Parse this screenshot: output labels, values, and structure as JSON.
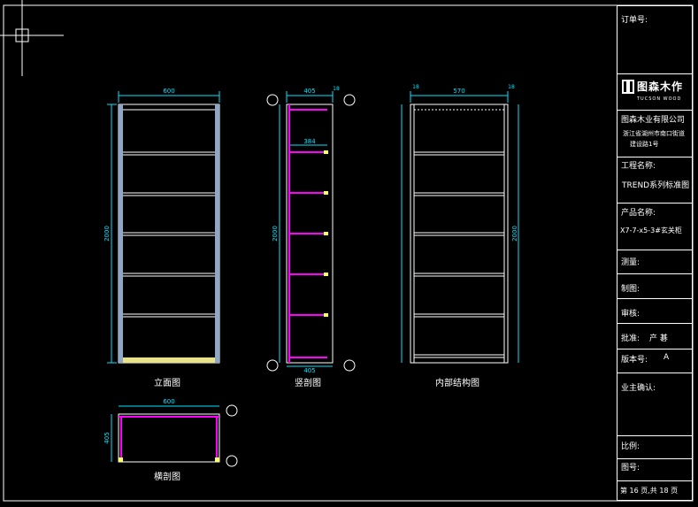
{
  "title_block": {
    "order_no_label": "订单号:",
    "brand_name": "图森木作",
    "brand_sub": "TUCSON WOOD",
    "company": "图森木业有限公司",
    "address_line1": "浙江省湖州市南口街道",
    "address_line2": "建设路1号",
    "project_label": "工程名称:",
    "project_value": "TREND系列标准图",
    "product_label": "产品名称:",
    "product_value": "X7-7-x5-3#玄关柜",
    "measure_label": "测量:",
    "draw_label": "制图:",
    "review_label": "审核:",
    "approve_label": "批准:",
    "approve_value": "产 碁",
    "version_label": "版本号:",
    "version_value": "A",
    "owner_label": "业主确认:",
    "scale_label": "比例:",
    "drawing_no_label": "图号:",
    "page_info": "第 16 页,共 18 页"
  },
  "captions": {
    "elevation": "立面图",
    "vertical_section": "竖剖图",
    "interior": "内部结构图",
    "horizontal_section": "横剖图"
  },
  "dims": {
    "elev_width": "600",
    "elev_height": "2000",
    "sect_top_depth": "405",
    "sect_top_small": "18",
    "sect_inner": "384",
    "sect_height": "2000",
    "sect_bottom": "405",
    "int_left": "18",
    "int_width": "570",
    "int_right": "18",
    "int_height": "2000",
    "plan_width": "600",
    "plan_depth": "405"
  },
  "colors": {
    "line": "#ffffff",
    "dim": "#00e5ff",
    "accent": "#ff00ff",
    "yellow": "#ffff66",
    "panel": "#8fa7c7"
  }
}
